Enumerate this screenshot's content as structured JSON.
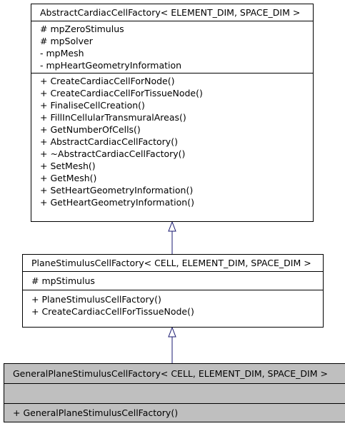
{
  "classes": {
    "abstract_factory": {
      "name": "AbstractCardiacCellFactory< ELEMENT_DIM, SPACE_DIM >",
      "attributes": [
        "# mpZeroStimulus",
        "# mpSolver",
        "- mpMesh",
        "- mpHeartGeometryInformation"
      ],
      "methods": [
        "+ CreateCardiacCellForNode()",
        "+ CreateCardiacCellForTissueNode()",
        "+ FinaliseCellCreation()",
        "+ FillInCellularTransmuralAreas()",
        "+ GetNumberOfCells()",
        "+ AbstractCardiacCellFactory()",
        "+ ~AbstractCardiacCellFactory()",
        "+ SetMesh()",
        "+ GetMesh()",
        "+ SetHeartGeometryInformation()",
        "+ GetHeartGeometryInformation()"
      ]
    },
    "plane_stimulus_factory": {
      "name": "PlaneStimulusCellFactory< CELL, ELEMENT_DIM, SPACE_DIM >",
      "attributes": [
        "# mpStimulus"
      ],
      "methods": [
        "+ PlaneStimulusCellFactory()",
        "+ CreateCardiacCellForTissueNode()"
      ]
    },
    "general_plane_stimulus_factory": {
      "name": "GeneralPlaneStimulusCellFactory< CELL, ELEMENT_DIM, SPACE_DIM >",
      "attributes": [],
      "methods": [
        "+ GeneralPlaneStimulusCellFactory()"
      ]
    }
  },
  "colors": {
    "border": "#000000",
    "connector": "#191970",
    "highlight_fill": "#bfbfbf"
  }
}
